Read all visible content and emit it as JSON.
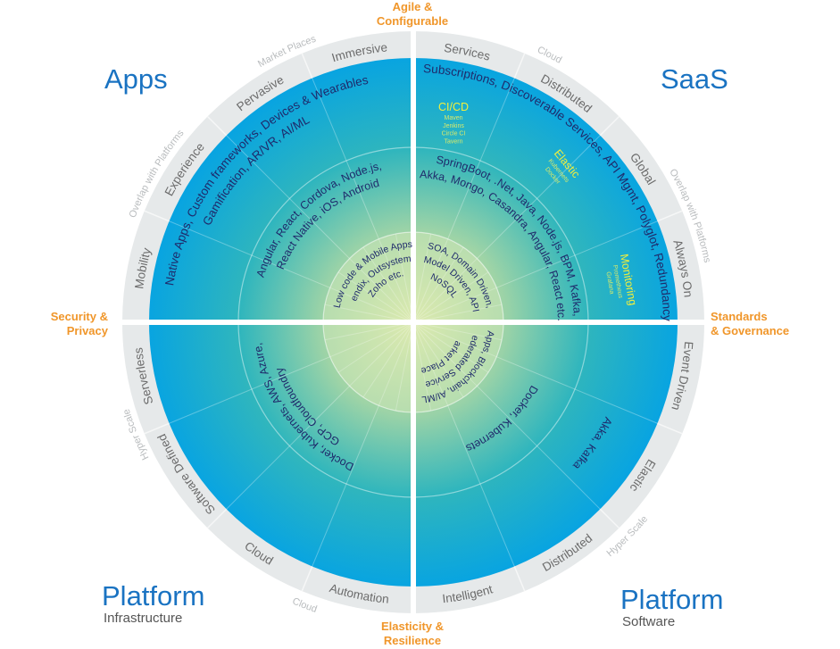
{
  "colors": {
    "title_blue": "#1a73c2",
    "pillar_orange": "#f0962a",
    "ring_gray": "#e6e9ea",
    "ring_text": "#6b6b6b",
    "outer_text": "#b9bcbe",
    "inner_text": "#1f2a6b",
    "highlight_yellow": "#f4ef3a",
    "disc_blue": "#08a6e6",
    "disc_teal": "#1fb1b7",
    "disc_center": "#d9e7a8"
  },
  "quadrants": {
    "apps": {
      "title": "Apps"
    },
    "saas": {
      "title": "SaaS"
    },
    "platform_infra": {
      "title": "Platform",
      "subtitle": "Infrastructure"
    },
    "platform_software": {
      "title": "Platform",
      "subtitle": "Software"
    }
  },
  "pillars": {
    "top": [
      "Agile &",
      "Configurable"
    ],
    "right": [
      "Standards",
      "& Governance"
    ],
    "bottom": [
      "Elasticity &",
      "Resilience"
    ],
    "left": [
      "Security &",
      "Privacy"
    ]
  },
  "ring_labels": {
    "apps": [
      "Mobility",
      "Experience",
      "Pervasive",
      "Immersive"
    ],
    "saas": [
      "Services",
      "Distributed",
      "Global",
      "Always On"
    ],
    "platform_software": [
      "Event Driven",
      "Elastic",
      "Distributed",
      "Intelligent"
    ],
    "platform_infra": [
      "Automation",
      "Cloud",
      "Software Defined",
      "Serverless"
    ]
  },
  "outer_labels": {
    "apps": [
      "Overlap with Platforms",
      "Market Places"
    ],
    "saas": [
      "Cloud",
      "Overlap with Platforms"
    ],
    "platform_software": [
      "Hyper Scale"
    ],
    "platform_infra": [
      "Cloud",
      "Hyper Scale"
    ]
  },
  "band_text": {
    "apps": {
      "outer": [
        "Native Apps, Custom frameworks, Devices & Wearables",
        "Gamification, AR/VR, AI/ML"
      ],
      "middle": [
        "Angular, React, Cordova, Node.js,",
        "React Native, iOS, Android"
      ],
      "inner": [
        "Low code & Mobile Apps",
        "Mendix, Outsystems",
        "Zoho etc."
      ]
    },
    "saas": {
      "outer": [
        "Subscriptions, Discoverable Services, API Mgmt, Polyglot, Redundancy"
      ],
      "middle": [
        "SpringBoot, .Net, Java, Node.js, BPM, Kafka,",
        "Akka, Mongo, Casandra, Angular, React etc."
      ],
      "inner": [
        "SOA, Domain Driven,",
        "Model Driven, API",
        "NoSQL"
      ]
    },
    "platform_software": {
      "outer": [
        "Akka, Kafka"
      ],
      "middle": [
        "Docker, Kubernets"
      ],
      "inner": [
        "Apps, Blockchain, AI/ML",
        "Federated Services",
        "Market Places"
      ]
    },
    "platform_infra": {
      "outer": [],
      "middle": [
        "Docker, Kubernets, AWS, Azure,",
        "GCP, Cloudfoundry"
      ],
      "inner": []
    }
  },
  "devops_callouts": [
    {
      "title": "CI/CD",
      "items": [
        "Maven",
        "Jenkins",
        "Circle CI",
        "Tavern"
      ]
    },
    {
      "title": "Elastic",
      "items": [
        "Kubernets",
        "Docker"
      ]
    },
    {
      "title": "Monitoring",
      "items": [
        "Prometheus",
        "Grafana"
      ]
    }
  ]
}
